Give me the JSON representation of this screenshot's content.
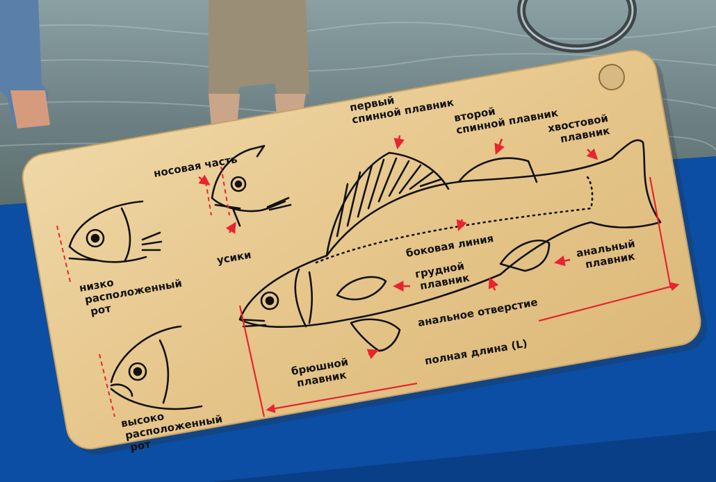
{
  "colors": {
    "water": "#6e8b93",
    "blue_band": "#0b4ea3",
    "tag_wood": "#e7c98f",
    "ink": "#111111",
    "arrow": "#e8242f"
  },
  "labels": {
    "first_dorsal": [
      "первый",
      "спинной плавник"
    ],
    "second_dorsal": [
      "второй",
      "спинной плавник"
    ],
    "tail_fin": [
      "хвостовой",
      "плавник"
    ],
    "nose_part": "носовая часть",
    "barbels": "усики",
    "low_mouth": [
      "низко",
      "расположенный",
      "рот"
    ],
    "high_mouth": [
      "высоко",
      "расположенный",
      "рот"
    ],
    "lateral_line": "боковая линия",
    "pectoral_fin": [
      "грудной",
      "плавник"
    ],
    "anal_fin": [
      "анальный",
      "плавник"
    ],
    "anal_opening": "анальное отверстие",
    "ventral_fin": [
      "брюшной",
      "плавник"
    ],
    "total_length": "полная длина (L)"
  }
}
